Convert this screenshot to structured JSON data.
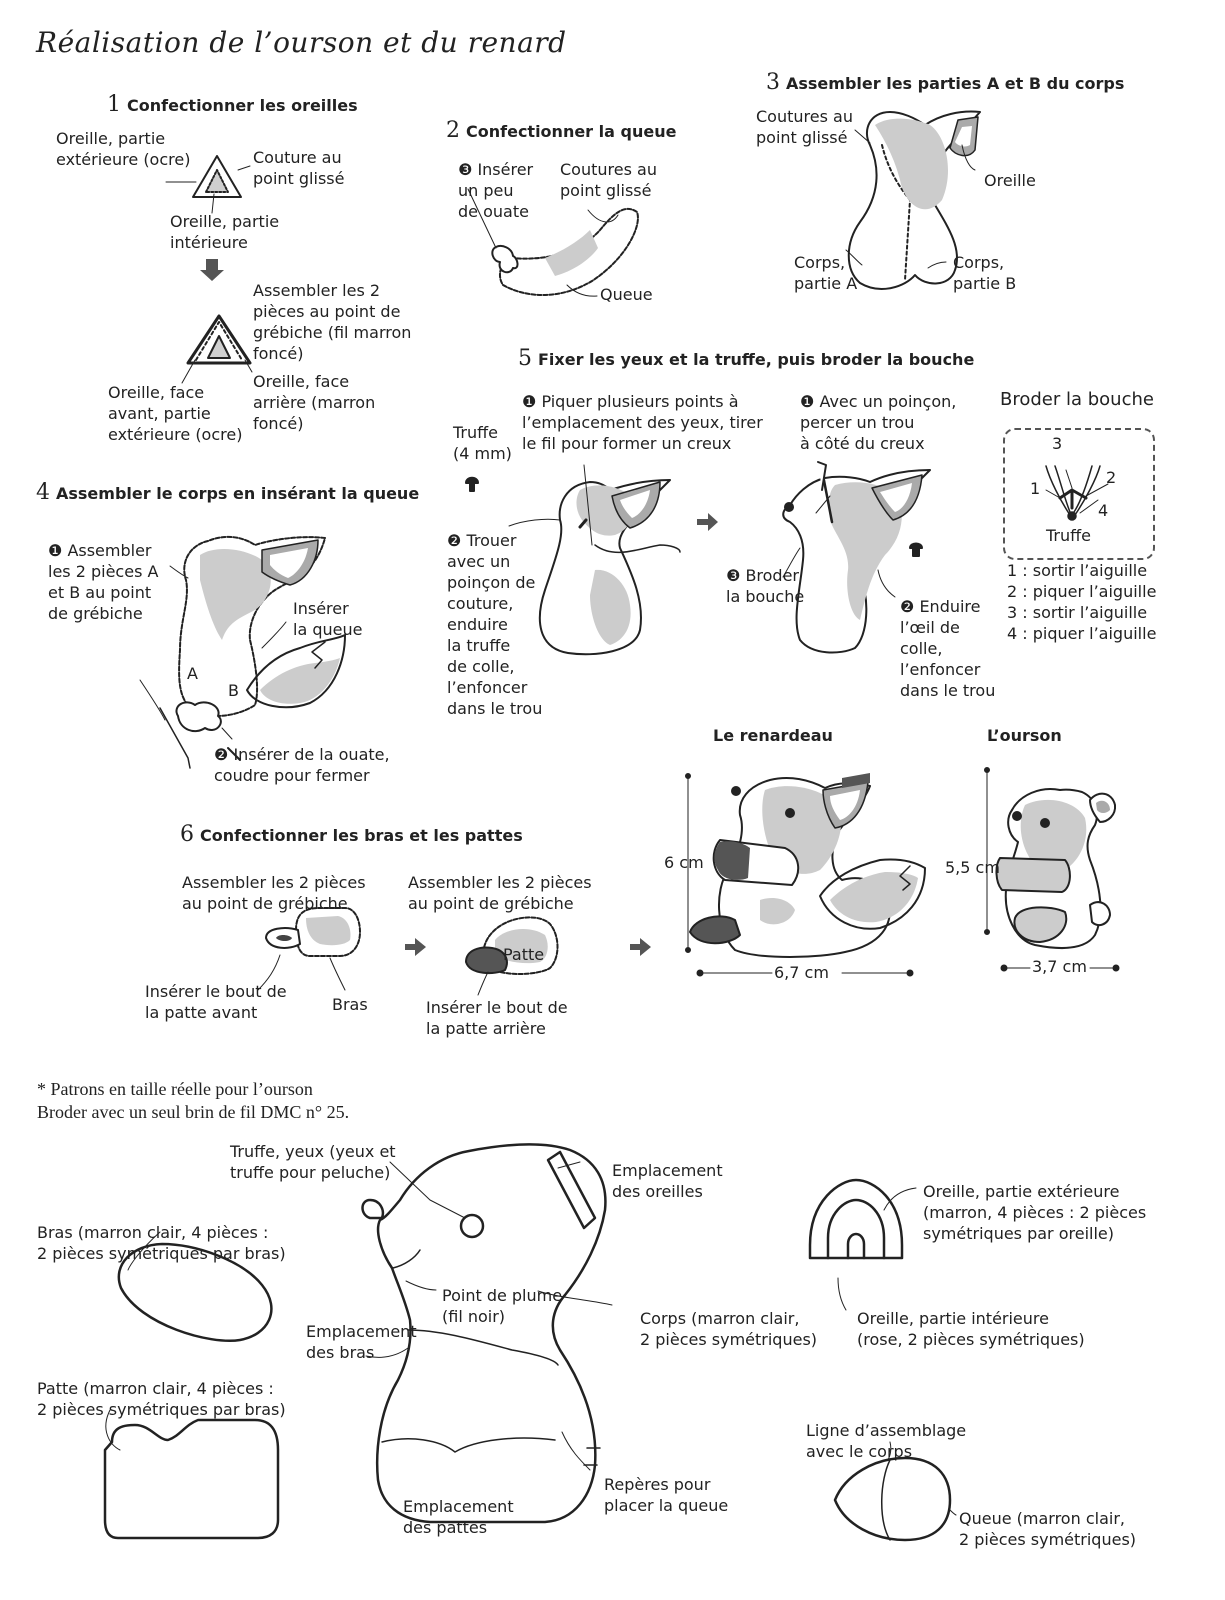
{
  "title": "Réalisation de l’ourson et du renard",
  "steps": {
    "s1": {
      "num": "1",
      "title": "Confectionner les oreilles",
      "l_ext": "Oreille, partie\nextérieure (ocre)",
      "l_couture": "Couture au\npoint glissé",
      "l_int": "Oreille, partie\nintérieure",
      "l_assembler": "Assembler les 2\npièces au point de\ngrébiche (fil marron\nfoncé)",
      "l_avant": "Oreille, face\navant, partie\nextérieure (ocre)",
      "l_arriere": "Oreille, face\narrière (marron\nfoncé)"
    },
    "s2": {
      "num": "2",
      "title": "Confectionner la queue",
      "l_inserer": "Insérer\nun peu\nde ouate",
      "l_coutures": "Coutures au\npoint glissé",
      "l_queue": "Queue"
    },
    "s3": {
      "num": "3",
      "title": "Assembler les parties A et B du corps",
      "l_coutures": "Coutures au\npoint glissé",
      "l_oreille": "Oreille",
      "l_corps_a": "Corps,\npartie A",
      "l_corps_b": "Corps,\npartie B"
    },
    "s4": {
      "num": "4",
      "title": "Assembler le corps en insérant la queue",
      "l_assembler": "Assembler\nles 2 pièces A\net B au point\nde grébiche",
      "l_inserer_queue": "Insérer\nla queue",
      "l_a": "A",
      "l_b": "B",
      "l_ouate": "Insérer de la ouate,\ncoudre pour fermer"
    },
    "s5": {
      "num": "5",
      "title": "Fixer les yeux et la truffe, puis broder la bouche",
      "l_piquer": "Piquer plusieurs points à\nl’emplacement des yeux, tirer\nle fil pour former un creux",
      "l_poincon": "Avec un poinçon,\npercer un trou\nà côté du creux",
      "l_truffe": "Truffe\n(4 mm)",
      "l_trouer": "Trouer\navec un\npoinçon de\ncouture,\nenduire\nla truffe\nde colle,\nl’enfoncer\ndans le trou",
      "l_broder": "Broder\nla bouche",
      "l_enduire": "Enduire\nl’œil de\ncolle,\nl’enfoncer\ndans le trou",
      "broder_title": "Broder la bouche",
      "box_3": "3",
      "box_2": "2",
      "box_1": "1",
      "box_4": "4",
      "box_truffe": "Truffe",
      "steps_list": [
        "1 : sortir l’aiguille",
        "2 : piquer l’aiguille",
        "3 : sortir l’aiguille",
        "4 : piquer l’aiguille"
      ]
    },
    "s6": {
      "num": "6",
      "title": "Confectionner les bras et les pattes",
      "l_assembler1": "Assembler les 2 pièces\nau point de grébiche",
      "l_assembler2": "Assembler les 2 pièces\nau point de grébiche",
      "l_bout_avant": "Insérer le bout de\nla patte avant",
      "l_bras": "Bras",
      "l_patte": "Patte",
      "l_bout_arriere": "Insérer le bout de\nla patte arrière"
    }
  },
  "finished": {
    "fox_title": "Le renardeau",
    "fox_h": "6 cm",
    "fox_w": "6,7 cm",
    "bear_title": "L’ourson",
    "bear_h": "5,5 cm",
    "bear_w": "3,7 cm"
  },
  "patterns": {
    "note": "* Patrons en taille réelle pour l’ourson\nBroder avec un seul brin de fil DMC n° 25.",
    "l_truffe": "Truffe, yeux (yeux et\ntruffe pour peluche)",
    "l_oreilles": "Emplacement\ndes oreilles",
    "l_bras": "Bras (marron clair, 4 pièces :\n2 pièces symétriques par bras)",
    "l_plume": "Point de plume\n(fil noir)",
    "l_corps": "Corps (marron clair,\n2 pièces symétriques)",
    "l_empl_bras": "Emplacement\ndes bras",
    "l_patte": "Patte (marron clair, 4 pièces :\n2 pièces symétriques par bras)",
    "l_empl_pattes": "Emplacement\ndes pattes",
    "l_reperes": "Repères pour\nplacer la queue",
    "l_oreille_ext": "Oreille, partie extérieure\n(marron, 4 pièces : 2 pièces\nsymétriques par oreille)",
    "l_oreille_int": "Oreille, partie intérieure\n(rose, 2 pièces symétriques)",
    "l_ligne": "Ligne d’assemblage\navec le corps",
    "l_queue": "Queue (marron clair,\n2 pièces symétriques)"
  }
}
